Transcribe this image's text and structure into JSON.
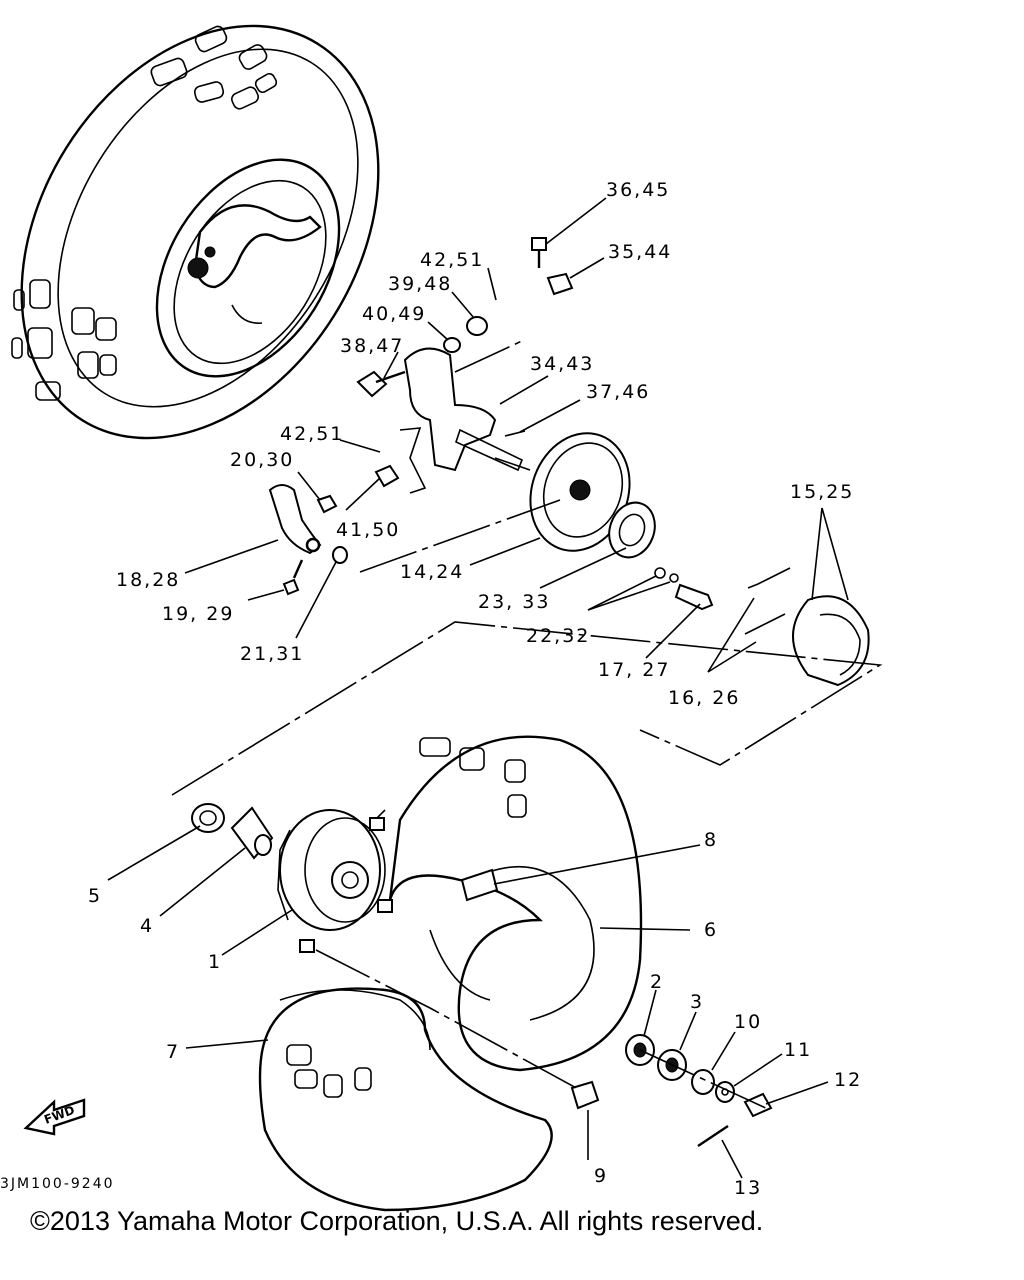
{
  "diagram": {
    "part_labels": [
      "36,45",
      "35,44",
      "42,51",
      "39,48",
      "40,49",
      "38,47",
      "34,43",
      "37,46",
      "42,51",
      "20,30",
      "41,50",
      "18,28",
      "19, 29",
      "21,31",
      "14,24",
      "15,25",
      "23, 33",
      "22,32",
      "17, 27",
      "16, 26",
      "8",
      "5",
      "4",
      "6",
      "1",
      "2",
      "3",
      "10",
      "11",
      "12",
      "7",
      "9",
      "13"
    ],
    "fwd_marker": "FWD",
    "drawing_code": "3JM100-9240"
  },
  "copyright": "©2013 Yamaha Motor Corporation, U.S.A. All rights reserved."
}
